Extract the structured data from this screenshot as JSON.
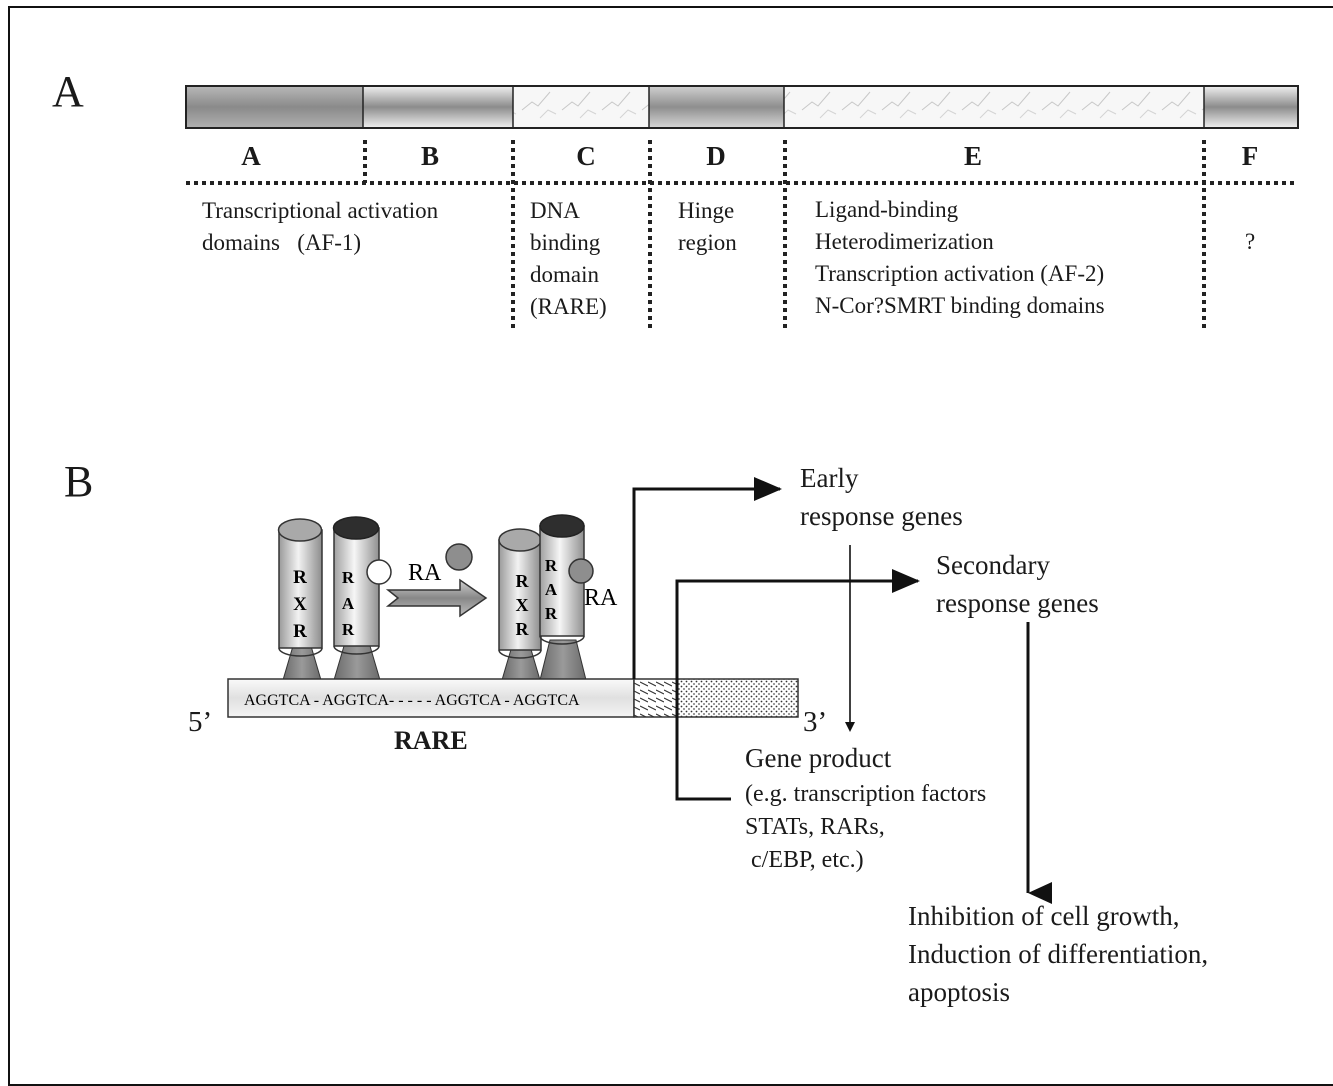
{
  "panel_a": {
    "letter": "A",
    "segments": [
      {
        "letter": "A",
        "description": ""
      },
      {
        "letter": "B",
        "description": "Transcriptional activation\ndomains   (AF-1)"
      },
      {
        "letter": "C",
        "description": "DNA\nbinding\ndomain\n(RARE)"
      },
      {
        "letter": "D",
        "description": "Hinge\nregion"
      },
      {
        "letter": "E",
        "description": "Ligand-binding\nHeterodimerization\nTranscription activation (AF-2)\nN-Cor?SMRT binding domains"
      },
      {
        "letter": "F",
        "description": "?"
      }
    ]
  },
  "panel_b": {
    "letter": "B",
    "rxr_letters": "RXR",
    "rar_letters": "RAR",
    "ra_label_1": "RA",
    "ra_label_2": "RA",
    "dna_sequence": "AGGTCA - AGGTCA- - - - - AGGTCA - AGGTCA",
    "five_prime": "5’",
    "three_prime": "3’",
    "rare_label": "RARE",
    "early_genes": [
      "Early",
      "response genes"
    ],
    "secondary_genes": [
      "Secondary",
      "response genes"
    ],
    "gene_product": "Gene product",
    "gene_product_detail": [
      "(e.g. transcription factors",
      "STATs, RARs,",
      " c/EBP, etc.)"
    ],
    "outcome": [
      "Inhibition of cell growth,",
      "Induction of differentiation,",
      "apoptosis"
    ]
  }
}
